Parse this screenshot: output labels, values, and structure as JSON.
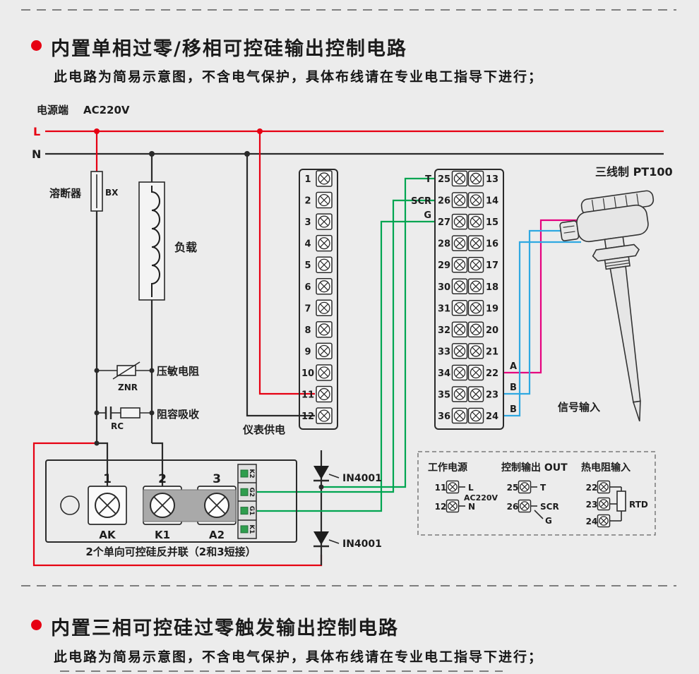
{
  "page": {
    "bg": "#ececec"
  },
  "sections": {
    "single_phase": {
      "title": "内置单相过零/移相可控硅输出控制电路",
      "subtitle": "此电路为简易示意图，不含电气保护，具体布线请在专业电工指导下进行；"
    },
    "three_phase": {
      "title": "内置三相可控硅过零触发输出控制电路",
      "subtitle": "此电路为简易示意图，不含电气保护，具体布线请在专业电工指导下进行；"
    }
  },
  "diagram": {
    "power": {
      "label": "电源端",
      "voltage": "AC220V",
      "line_l": "L",
      "line_n": "N"
    },
    "fuse": {
      "label": "溶断器",
      "code": "BX"
    },
    "load": {
      "label": "负载"
    },
    "varistor": {
      "label": "压敏电阻",
      "code": "ZNR"
    },
    "rc": {
      "label": "阻容吸收",
      "code": "RC"
    },
    "meter_power": "仪表供电",
    "sensor": {
      "label": "三线制 PT100",
      "signal_label": "信号输入",
      "wire_a": "A",
      "wire_b1": "B",
      "wire_b2": "B"
    },
    "terminals": {
      "left": [
        "1",
        "2",
        "3",
        "4",
        "5",
        "6",
        "7",
        "8",
        "9",
        "10",
        "11",
        "12"
      ],
      "mid": [
        "25",
        "26",
        "27",
        "28",
        "29",
        "30",
        "31",
        "32",
        "33",
        "34",
        "35",
        "36"
      ],
      "right": [
        "13",
        "14",
        "15",
        "16",
        "17",
        "18",
        "19",
        "20",
        "21",
        "22",
        "23",
        "24"
      ],
      "out_t": "T",
      "out_scr": "SCR",
      "out_g": "G"
    },
    "scr_module": {
      "terminal_numbers": [
        "1",
        "2",
        "3"
      ],
      "terminal_labels": [
        "AK",
        "K1",
        "A2"
      ],
      "side_labels": [
        "K2",
        "G2",
        "G1",
        "K1"
      ],
      "caption": "2个单向可控硅反并联（2和3短接）"
    },
    "diodes": [
      "IN4001",
      "IN4001"
    ],
    "legend": {
      "power": {
        "title": "工作电源",
        "terminals": [
          "11",
          "12"
        ],
        "l": "L",
        "voltage": "AC220V",
        "n": "N"
      },
      "output": {
        "title": "控制输出 OUT",
        "terminals": [
          "25",
          "26"
        ],
        "t": "T",
        "scr": "SCR",
        "g": "G"
      },
      "rtd": {
        "title": "热电阻输入",
        "terminals": [
          "22",
          "23",
          "24"
        ],
        "label": "RTD"
      }
    }
  },
  "colors": {
    "red": "#e60012",
    "green": "#00a551",
    "blue": "#2fa8e1",
    "magenta": "#e5007f"
  }
}
